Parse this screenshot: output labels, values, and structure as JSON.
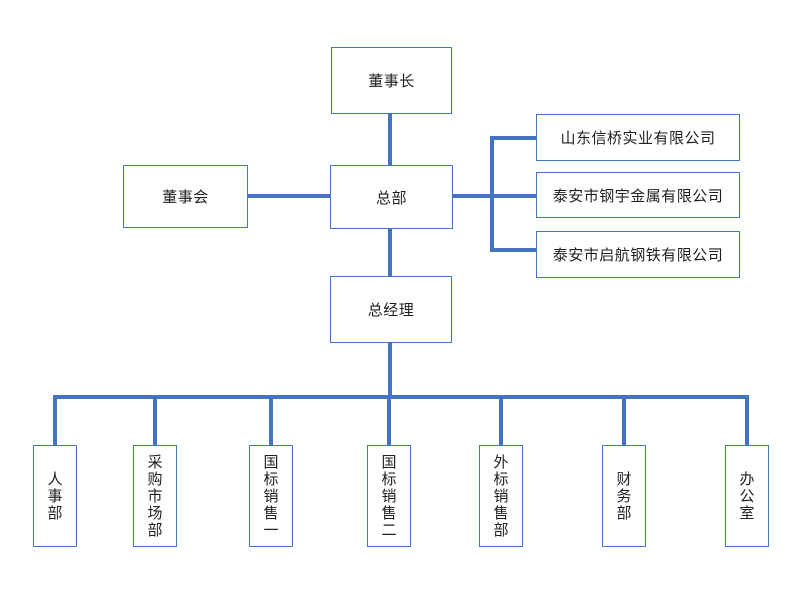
{
  "org_chart": {
    "nodes": {
      "chairman": {
        "label": "董事长"
      },
      "board": {
        "label": "董事会"
      },
      "headquarters": {
        "label": "总部"
      },
      "general_manager": {
        "label": "总经理"
      }
    },
    "subsidiaries": [
      {
        "label": "山东信桥实业有限公司"
      },
      {
        "label": "泰安市钢宇金属有限公司"
      },
      {
        "label": "泰安市启航钢铁有限公司"
      }
    ],
    "departments": [
      {
        "label": "人事部"
      },
      {
        "label": "采购市场部"
      },
      {
        "label": "国标销售一"
      },
      {
        "label": "国标销售二"
      },
      {
        "label": "外标销售部"
      },
      {
        "label": "财务部"
      },
      {
        "label": "办公室"
      }
    ],
    "edges": [
      "董事长 — 总部",
      "董事会 — 总部",
      "总部 — 山东信桥实业有限公司",
      "总部 — 泰安市钢宇金属有限公司",
      "总部 — 泰安市启航钢铁有限公司",
      "总部 — 总经理",
      "总经理 — 人事部",
      "总经理 — 采购市场部",
      "总经理 — 国标销售一",
      "总经理 — 国标销售二",
      "总经理 — 外标销售部",
      "总经理 — 财务部",
      "总经理 — 办公室"
    ]
  },
  "colors": {
    "connector": "#4472C4",
    "box_border": "#4472C4",
    "text": "#1f1f1f",
    "background": "#ffffff"
  }
}
